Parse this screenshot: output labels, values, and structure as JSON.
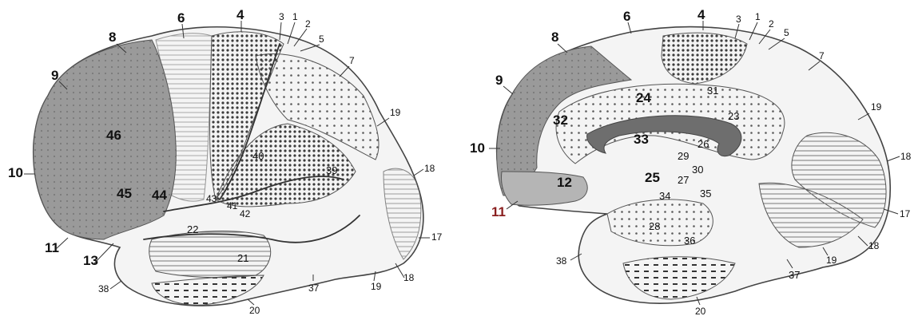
{
  "colors": {
    "prefrontal": "#9a9a9a",
    "cortex_bg": "#f4f4f4",
    "dots": "#5a5a5a",
    "callosum": "#6e6e6e",
    "label": "#111111",
    "label_red": "#8a1f1f"
  },
  "lateral_view": {
    "labels": {
      "a6": "6",
      "a4": "4",
      "a3": "3",
      "a1": "1",
      "a2": "2",
      "a5": "5",
      "a7": "7",
      "a8": "8",
      "a9": "9",
      "a19": "19",
      "a46": "46",
      "a40": "40",
      "a39": "39",
      "a18": "18",
      "a10": "10",
      "a45": "45",
      "a44": "44",
      "a43": "43",
      "a42": "42",
      "a41": "41",
      "a22": "22",
      "a17": "17",
      "a11": "11",
      "a13": "13",
      "a21": "21",
      "a18b": "18",
      "a38": "38",
      "a37": "37",
      "a19b": "19",
      "a20": "20"
    }
  },
  "medial_view": {
    "labels": {
      "m6": "6",
      "m4": "4",
      "m3": "3",
      "m1": "1",
      "m2": "2",
      "m5": "5",
      "m8": "8",
      "m7": "7",
      "m9": "9",
      "m31": "31",
      "m24": "24",
      "m19": "19",
      "m32": "32",
      "m23": "23",
      "m33": "33",
      "m26": "26",
      "m10": "10",
      "m29": "29",
      "m18": "18",
      "m30": "30",
      "m25": "25",
      "m27": "27",
      "m12": "12",
      "m34": "34",
      "m35": "35",
      "m11": "11",
      "m17": "17",
      "m28": "28",
      "m36": "36",
      "m38": "38",
      "m18b": "18",
      "m19b": "19",
      "m37": "37",
      "m20": "20"
    }
  }
}
